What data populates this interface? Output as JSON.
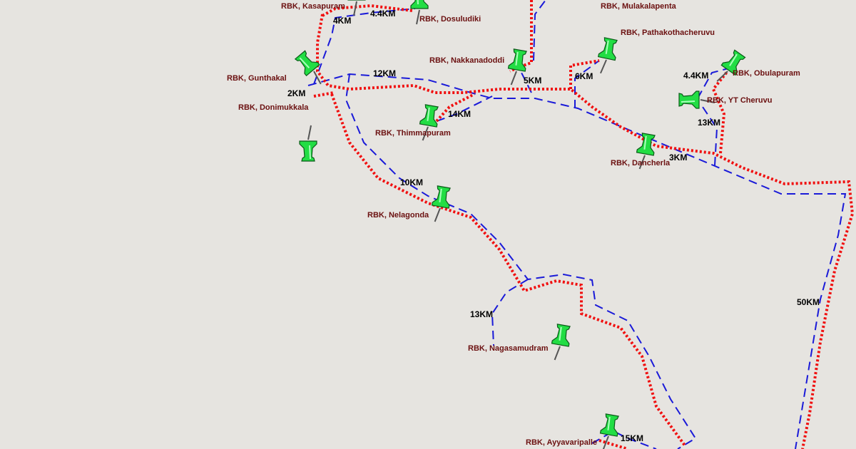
{
  "map": {
    "colors": {
      "background": "#e6e4e0",
      "route_planned": "#1a1ad8",
      "route_actual": "#f01010",
      "pin": "#22dd44",
      "label": "#6b1010"
    },
    "locations": [
      {
        "label": "RBK, Kasapuram"
      },
      {
        "label": "RBK, Dosuludiki"
      },
      {
        "label": "RBK, Mulakalapenta"
      },
      {
        "label": "RBK, Gunthakal"
      },
      {
        "label": "RBK, Donimukkala"
      },
      {
        "label": "RBK, Nakkanadoddi"
      },
      {
        "label": "RBK, Pathakothacheruvu"
      },
      {
        "label": "RBK, Obulapuram"
      },
      {
        "label": "RBK, YT Cheruvu"
      },
      {
        "label": "RBK, Thimmapuram"
      },
      {
        "label": "RBK, Dancherla"
      },
      {
        "label": "RBK, Nelagonda"
      },
      {
        "label": "RBK, Nagasamudram"
      },
      {
        "label": "RBK, Ayyavaripalle"
      }
    ],
    "distances": [
      "4KM",
      "4.4KM",
      "12KM",
      "2KM",
      "5KM",
      "6KM",
      "4.4KM",
      "13KM",
      "14KM",
      "3KM",
      "10KM",
      "13KM",
      "50KM",
      "15KM"
    ]
  }
}
